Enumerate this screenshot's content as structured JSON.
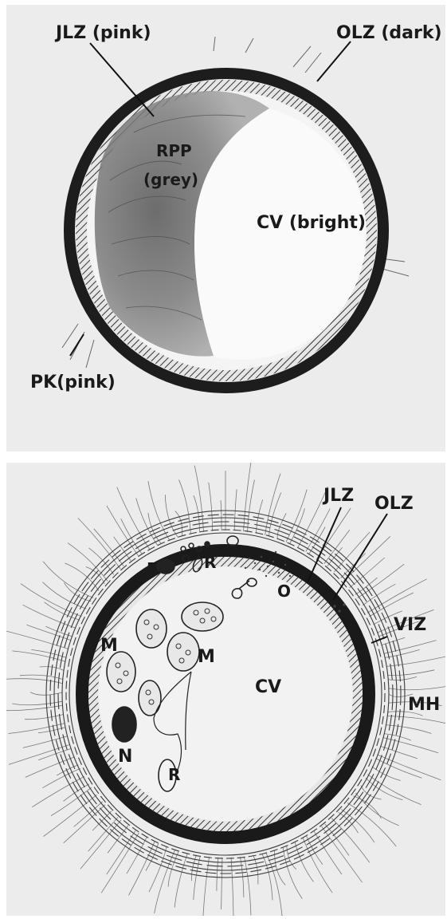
{
  "figure": {
    "top_panel": {
      "labels": {
        "jlz": "JLZ (pink)",
        "olz": "OLZ (dark)",
        "rpp_line1": "RPP",
        "rpp_line2": "(grey)",
        "cv": "CV (bright)",
        "pk": "PK(pink)"
      }
    },
    "bottom_panel": {
      "labels": {
        "jlz": "JLZ",
        "olz": "OLZ",
        "viz": "VIZ",
        "mh": "MH",
        "cv": "CV",
        "f": "F",
        "r_top": "R",
        "o": "O",
        "m_left": "M",
        "m_right": "M",
        "n": "N",
        "r_bottom": "R"
      }
    }
  }
}
